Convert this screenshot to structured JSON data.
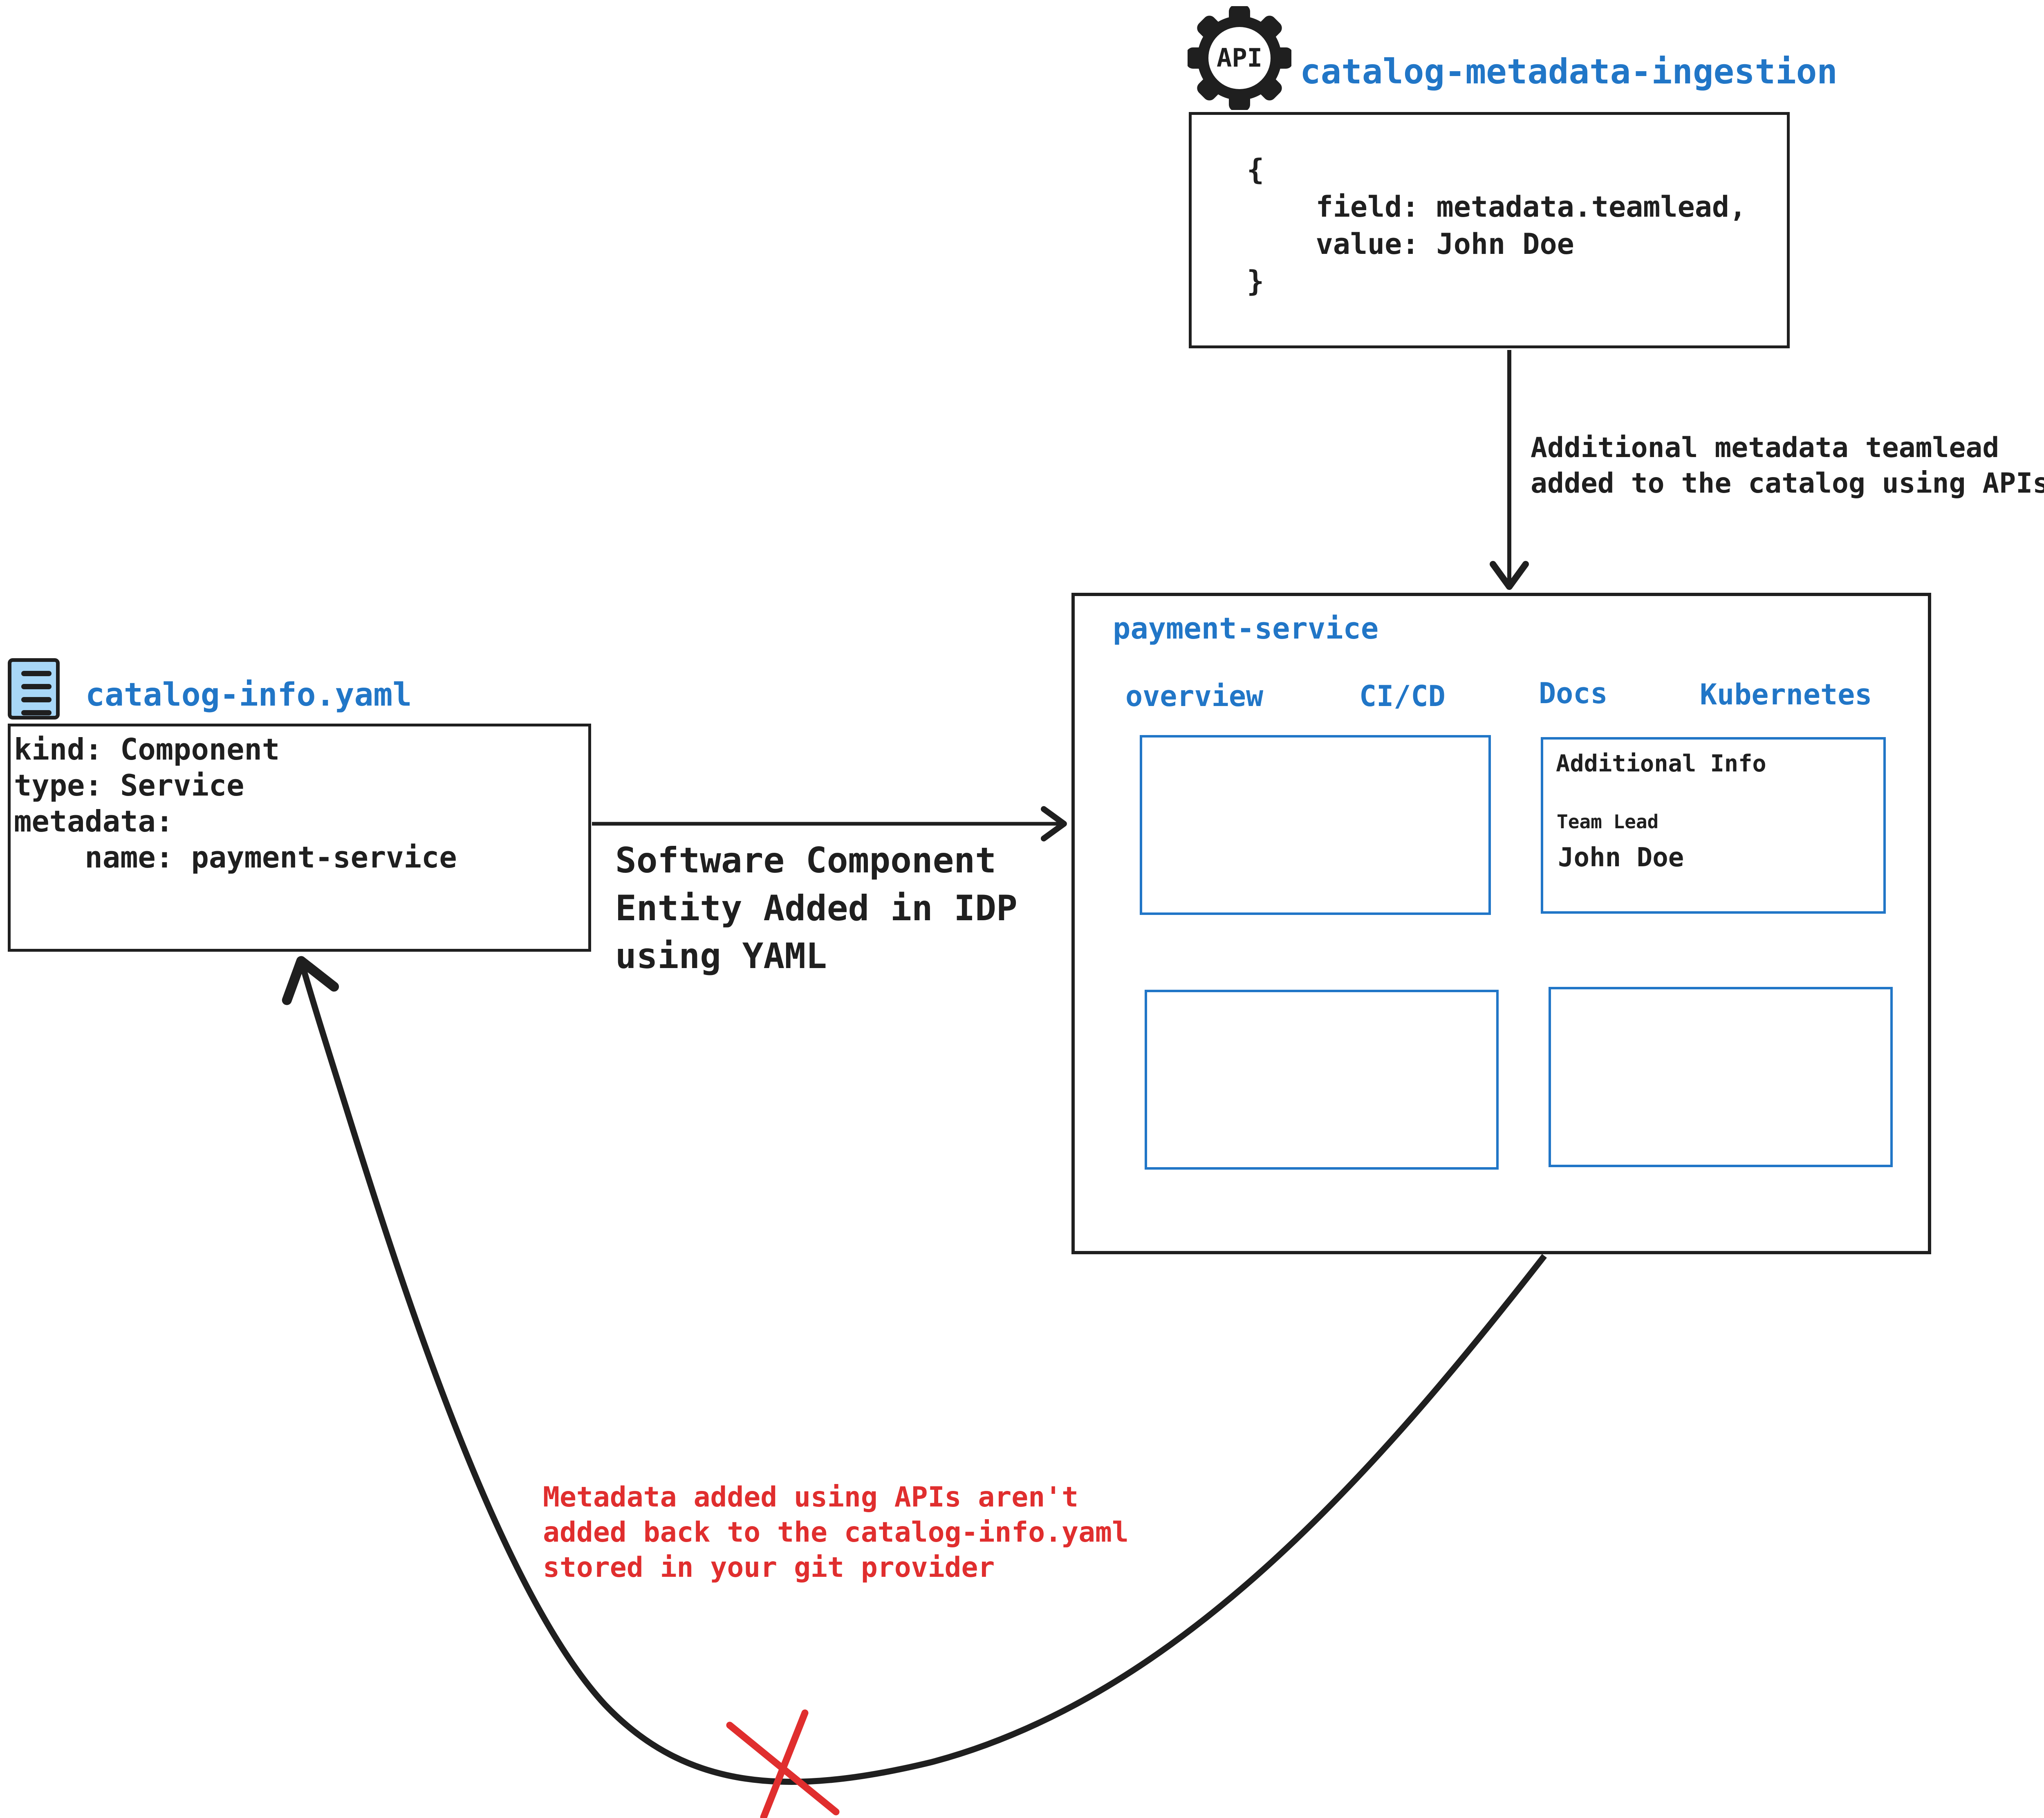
{
  "colors": {
    "blue": "#2176c7",
    "red": "#e02e2e",
    "ink": "#1f1f1f",
    "icon_fill": "#a8d7f7"
  },
  "api_service": {
    "icon_label": "API",
    "title": "catalog-metadata-ingestion",
    "code": "{\n    field: metadata.teamlead,\n    value: John Doe\n}"
  },
  "api_arrow_label": "Additional metadata teamlead\nadded to the catalog using APIs",
  "idp": {
    "title": "payment-service",
    "tabs": [
      {
        "label": "overview"
      },
      {
        "label": "CI/CD"
      },
      {
        "label": "Docs"
      },
      {
        "label": "Kubernetes"
      }
    ],
    "docs_panel": {
      "heading": "Additional Info",
      "field_label": "Team Lead",
      "field_value": "John Doe"
    }
  },
  "yaml_file": {
    "title": "catalog-info.yaml",
    "code": "kind: Component\ntype: Service\nmetadata:\n    name: payment-service"
  },
  "yaml_arrow_label": "Software Component\nEntity Added in IDP\nusing YAML",
  "no_writeback_note": "Metadata added using APIs aren't\nadded back to the catalog-info.yaml\nstored in your git provider"
}
